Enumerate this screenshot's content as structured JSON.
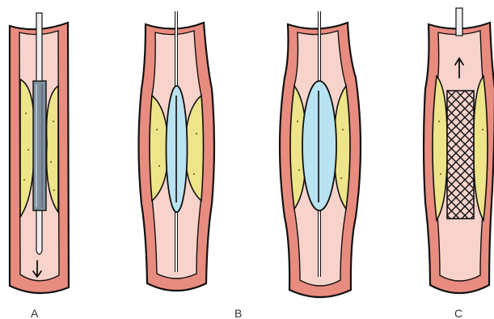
{
  "labels": {
    "a": "A",
    "b": "B",
    "c": "C"
  },
  "colors": {
    "vessel_wall": "#e98c80",
    "vessel_lumen": "#f7d3cb",
    "plaque": "#eee48a",
    "balloon": "#b9e3f1",
    "guidewire": "#f0f0f0",
    "outline": "#111111"
  }
}
